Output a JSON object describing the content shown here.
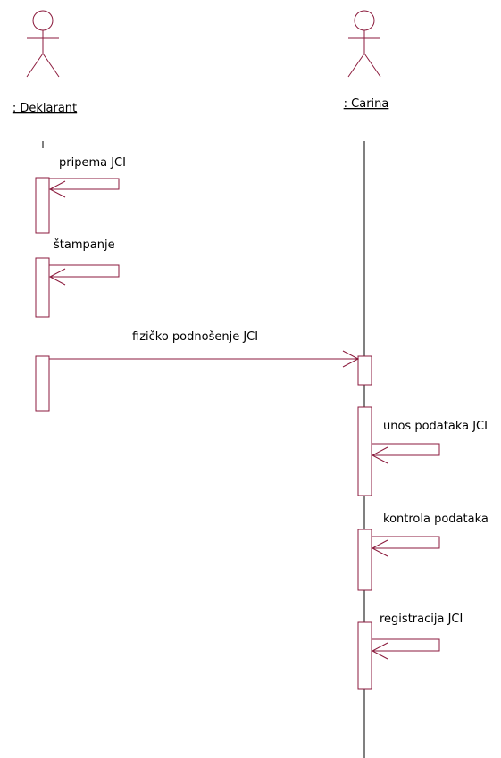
{
  "colors": {
    "stroke": "#8B1A3C",
    "lifeline": "#000000",
    "text": "#000000",
    "background": "#ffffff"
  },
  "actors": [
    {
      "id": "deklarant",
      "name": ": Deklarant",
      "icon": "stick-figure-icon"
    },
    {
      "id": "carina",
      "name": ": Carina",
      "icon": "stick-figure-icon"
    }
  ],
  "messages": [
    {
      "label": "pripema JCI",
      "from": ": Deklarant",
      "to": ": Deklarant"
    },
    {
      "label": "štampanje",
      "from": ": Deklarant",
      "to": ": Deklarant"
    },
    {
      "label": "fizičko podnošenje JCI",
      "from": ": Deklarant",
      "to": ": Carina"
    },
    {
      "label": "unos podataka JCI",
      "from": ": Carina",
      "to": ": Carina"
    },
    {
      "label": "kontrola podataka",
      "from": ": Carina",
      "to": ": Carina"
    },
    {
      "label": "registracija JCI",
      "from": ": Carina",
      "to": ": Carina"
    }
  ]
}
